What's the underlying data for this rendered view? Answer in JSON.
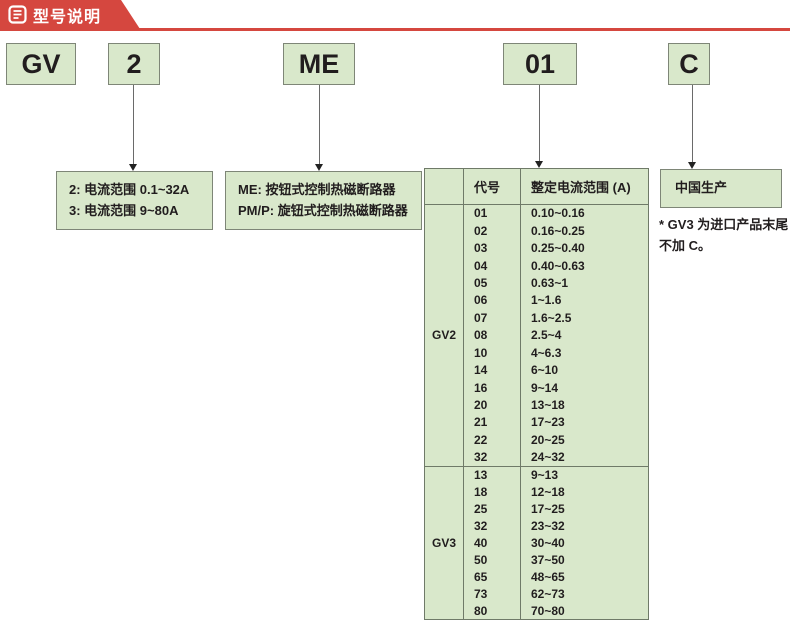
{
  "header": {
    "title": "型号说明",
    "icon": "document-icon",
    "accent_color": "#d5473f"
  },
  "colors": {
    "box_fill_green": "#d9e8cb",
    "box_border": "#7e8677",
    "banner_red": "#d5473f",
    "text": "#211d1e"
  },
  "model_code": {
    "segments": [
      "GV",
      "2",
      "ME",
      "01",
      "C"
    ]
  },
  "explanations": {
    "current_range": [
      "2: 电流范围 0.1~32A",
      "3: 电流范围 9~80A"
    ],
    "control_type": [
      "ME: 按钮式控制热磁断路器",
      "PM/P: 旋钮式控制热磁断路器"
    ],
    "origin": "中国生产",
    "footnote": [
      "* GV3 为进口产品末尾",
      "不加 C。"
    ]
  },
  "table": {
    "headers": [
      "",
      "代号",
      "整定电流范围 (A)"
    ],
    "groups": [
      {
        "name": "GV2",
        "rows": [
          [
            "01",
            "0.10~0.16"
          ],
          [
            "02",
            "0.16~0.25"
          ],
          [
            "03",
            "0.25~0.40"
          ],
          [
            "04",
            "0.40~0.63"
          ],
          [
            "05",
            "0.63~1"
          ],
          [
            "06",
            "1~1.6"
          ],
          [
            "07",
            "1.6~2.5"
          ],
          [
            "08",
            "2.5~4"
          ],
          [
            "10",
            "4~6.3"
          ],
          [
            "14",
            "6~10"
          ],
          [
            "16",
            "9~14"
          ],
          [
            "20",
            "13~18"
          ],
          [
            "21",
            "17~23"
          ],
          [
            "22",
            "20~25"
          ],
          [
            "32",
            "24~32"
          ]
        ]
      },
      {
        "name": "GV3",
        "rows": [
          [
            "13",
            "9~13"
          ],
          [
            "18",
            "12~18"
          ],
          [
            "25",
            "17~25"
          ],
          [
            "32",
            "23~32"
          ],
          [
            "40",
            "30~40"
          ],
          [
            "50",
            "37~50"
          ],
          [
            "65",
            "48~65"
          ],
          [
            "73",
            "62~73"
          ],
          [
            "80",
            "70~80"
          ]
        ]
      }
    ]
  }
}
